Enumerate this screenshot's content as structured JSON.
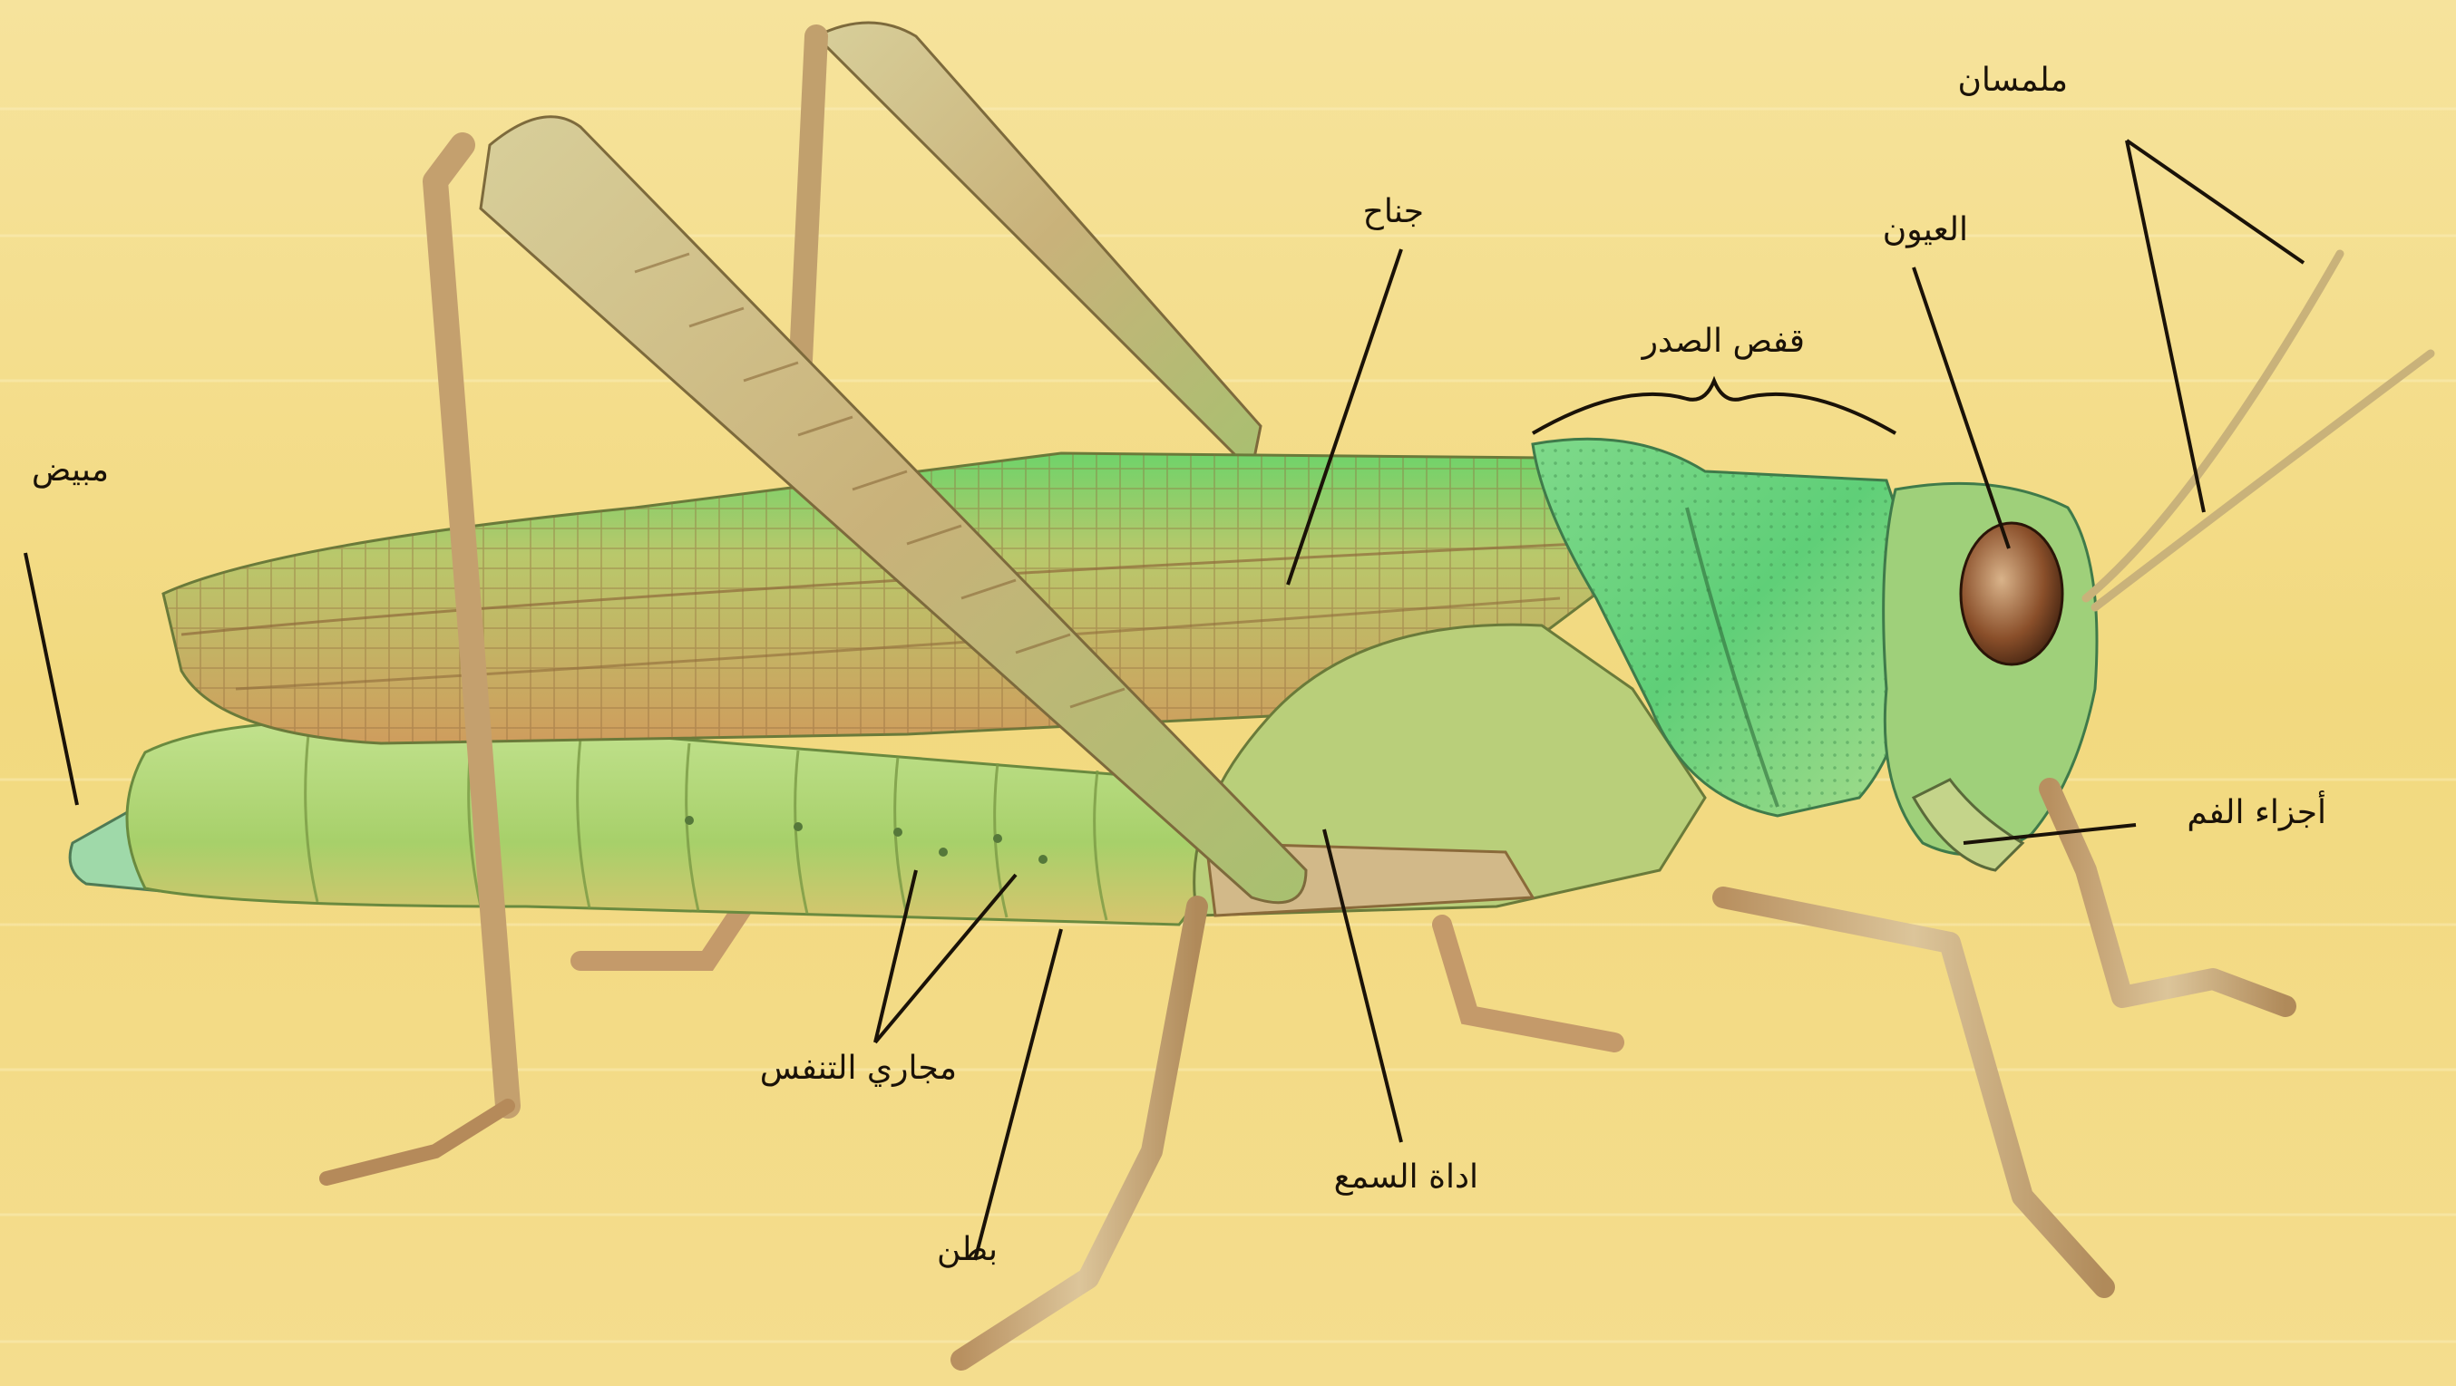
{
  "diagram": {
    "labels": {
      "antennae": "ملمسان",
      "wing": "جناح",
      "eyes": "العيون",
      "thorax_cage": "قفص الصدر",
      "ovipositor": "مبيض",
      "mouthparts": "أجزاء الفم",
      "spiracles": "مجاري التنفس",
      "hearing_organ": "اداة السمع",
      "abdomen": "بطن"
    },
    "colors": {
      "background": "#f3dc86",
      "body_green": "#a9d46a",
      "wing_tan": "#c9a364",
      "leg_tan": "#c8a978",
      "line": "#1a1208"
    }
  }
}
